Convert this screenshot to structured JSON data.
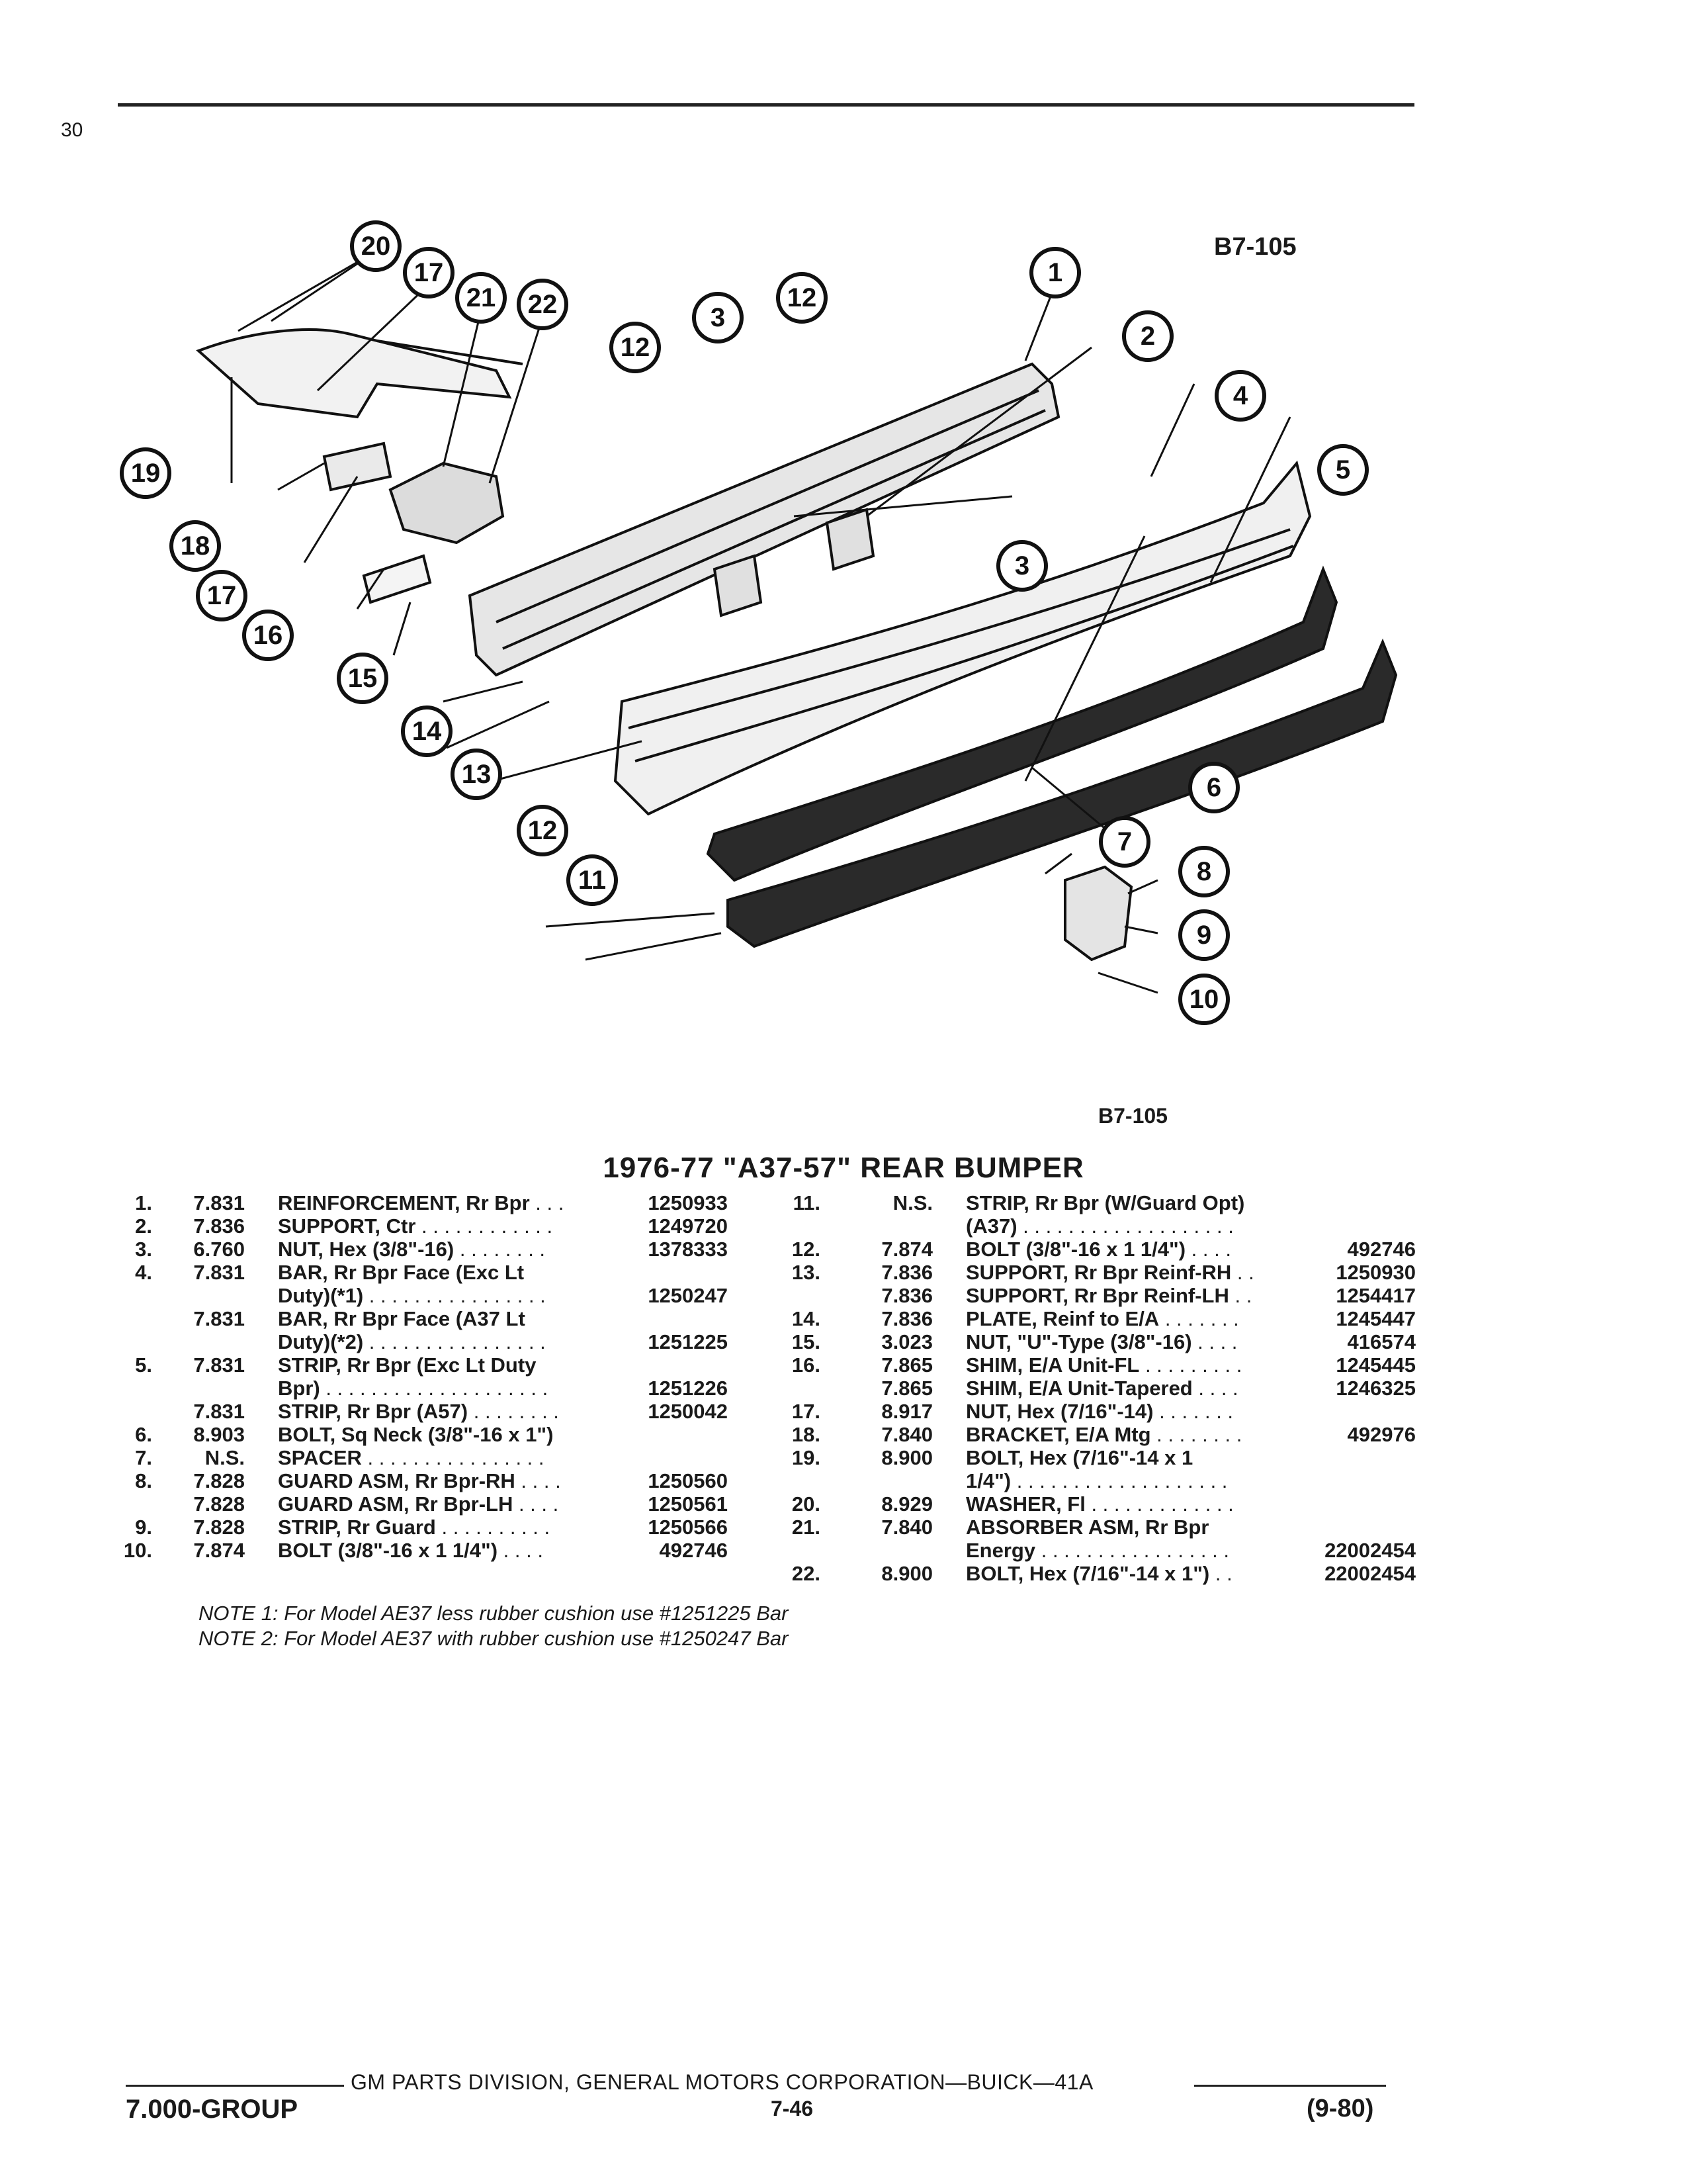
{
  "page": {
    "number": "30",
    "diagram_code_top": "B7-105",
    "diagram_code_bottom": "B7-105",
    "title": "1976-77 \"A37-57\" REAR BUMPER"
  },
  "callouts": [
    "1",
    "2",
    "3",
    "3",
    "4",
    "5",
    "6",
    "7",
    "8",
    "9",
    "10",
    "11",
    "12",
    "12",
    "12",
    "13",
    "14",
    "15",
    "16",
    "17",
    "17",
    "18",
    "19",
    "20",
    "21",
    "22"
  ],
  "parts_left": [
    {
      "idx": "1.",
      "grp": "7.831",
      "desc": "REINFORCEMENT, Rr Bpr",
      "dots": " . . .",
      "pn": "1250933"
    },
    {
      "idx": "2.",
      "grp": "7.836",
      "desc": "SUPPORT, Ctr",
      "dots": " . . . . . . . . . . . .",
      "pn": "1249720"
    },
    {
      "idx": "3.",
      "grp": "6.760",
      "desc": "NUT, Hex (3/8\"-16)",
      "dots": " . . . . . . . .",
      "pn": "1378333"
    },
    {
      "idx": "4.",
      "grp": "7.831",
      "desc": "BAR, Rr Bpr Face (Exc Lt",
      "dots": "",
      "pn": ""
    },
    {
      "idx": "",
      "grp": "",
      "desc": "Duty)(*1)",
      "dots": " . . . . . . . . . . . . . . . .",
      "pn": "1250247"
    },
    {
      "idx": "",
      "grp": "7.831",
      "desc": "BAR, Rr Bpr Face (A37 Lt",
      "dots": "",
      "pn": ""
    },
    {
      "idx": "",
      "grp": "",
      "desc": "Duty)(*2)",
      "dots": " . . . . . . . . . . . . . . . .",
      "pn": "1251225"
    },
    {
      "idx": "5.",
      "grp": "7.831",
      "desc": "STRIP, Rr Bpr (Exc Lt Duty",
      "dots": "",
      "pn": ""
    },
    {
      "idx": "",
      "grp": "",
      "desc": "Bpr)",
      "dots": " . . . . . . . . . . . . . . . . . . . .",
      "pn": "1251226"
    },
    {
      "idx": "",
      "grp": "7.831",
      "desc": "STRIP, Rr Bpr (A57)",
      "dots": " . . . . . . . .",
      "pn": "1250042"
    },
    {
      "idx": "6.",
      "grp": "8.903",
      "desc": "BOLT, Sq Neck (3/8\"-16 x 1\")",
      "dots": "",
      "pn": ""
    },
    {
      "idx": "7.",
      "grp": "N.S.",
      "desc": "SPACER",
      "dots": " . . . . . . . . . . . . . . . .",
      "pn": ""
    },
    {
      "idx": "8.",
      "grp": "7.828",
      "desc": "GUARD ASM, Rr Bpr-RH",
      "dots": " . . . .",
      "pn": "1250560"
    },
    {
      "idx": "",
      "grp": "7.828",
      "desc": "GUARD ASM, Rr Bpr-LH",
      "dots": " . . . .",
      "pn": "1250561"
    },
    {
      "idx": "9.",
      "grp": "7.828",
      "desc": "STRIP, Rr Guard",
      "dots": " . . . . . . . . . .",
      "pn": "1250566"
    },
    {
      "idx": "10.",
      "grp": "7.874",
      "desc": "BOLT (3/8\"-16 x 1 1/4\")",
      "dots": " . . . .",
      "pn": "492746"
    }
  ],
  "parts_right": [
    {
      "idx": "11.",
      "grp": "N.S.",
      "desc": "STRIP, Rr Bpr (W/Guard Opt)",
      "dots": "",
      "pn": ""
    },
    {
      "idx": "",
      "grp": "",
      "desc": "(A37)",
      "dots": " . . . . . . . . . . . . . . . . . . .",
      "pn": ""
    },
    {
      "idx": "12.",
      "grp": "7.874",
      "desc": "BOLT (3/8\"-16 x 1 1/4\")",
      "dots": " . . . .",
      "pn": "492746"
    },
    {
      "idx": "13.",
      "grp": "7.836",
      "desc": "SUPPORT, Rr Bpr Reinf-RH",
      "dots": " . .",
      "pn": "1250930"
    },
    {
      "idx": "",
      "grp": "7.836",
      "desc": "SUPPORT, Rr Bpr Reinf-LH",
      "dots": " . .",
      "pn": "1254417"
    },
    {
      "idx": "14.",
      "grp": "7.836",
      "desc": "PLATE, Reinf to E/A",
      "dots": " . . . . . . .",
      "pn": "1245447"
    },
    {
      "idx": "15.",
      "grp": "3.023",
      "desc": "NUT, \"U\"-Type (3/8\"-16)",
      "dots": " . . . .",
      "pn": "416574"
    },
    {
      "idx": "16.",
      "grp": "7.865",
      "desc": "SHIM, E/A Unit-FL",
      "dots": " . . . . . . . . .",
      "pn": "1245445"
    },
    {
      "idx": "",
      "grp": "7.865",
      "desc": "SHIM, E/A Unit-Tapered",
      "dots": " . . . .",
      "pn": "1246325"
    },
    {
      "idx": "17.",
      "grp": "8.917",
      "desc": "NUT, Hex (7/16\"-14)",
      "dots": " . . . . . . .",
      "pn": ""
    },
    {
      "idx": "18.",
      "grp": "7.840",
      "desc": "BRACKET, E/A Mtg",
      "dots": " . . . . . . . .",
      "pn": "492976"
    },
    {
      "idx": "19.",
      "grp": "8.900",
      "desc": "BOLT, Hex (7/16\"-14 x 1",
      "dots": "",
      "pn": ""
    },
    {
      "idx": "",
      "grp": "",
      "desc": "1/4\")",
      "dots": " . . . . . . . . . . . . . . . . . . .",
      "pn": ""
    },
    {
      "idx": "20.",
      "grp": "8.929",
      "desc": "WASHER, Fl",
      "dots": " . . . . . . . . . . . . .",
      "pn": ""
    },
    {
      "idx": "21.",
      "grp": "7.840",
      "desc": "ABSORBER ASM, Rr Bpr",
      "dots": "",
      "pn": ""
    },
    {
      "idx": "",
      "grp": "",
      "desc": "Energy",
      "dots": " . . . . . . . . . . . . . . . . .",
      "pn": "22002454"
    },
    {
      "idx": "22.",
      "grp": "8.900",
      "desc": "BOLT, Hex (7/16\"-14 x 1\")",
      "dots": " . .",
      "pn": "22002454"
    }
  ],
  "notes": [
    "NOTE 1: For Model AE37 less rubber cushion use #1251225 Bar",
    "NOTE 2: For Model AE37 with rubber cushion use #1250247 Bar"
  ],
  "footer": {
    "credit": "GM PARTS DIVISION, GENERAL MOTORS CORPORATION—BUICK—41A",
    "group": "7.000-GROUP",
    "page": "7-46",
    "date": "(9-80)"
  }
}
